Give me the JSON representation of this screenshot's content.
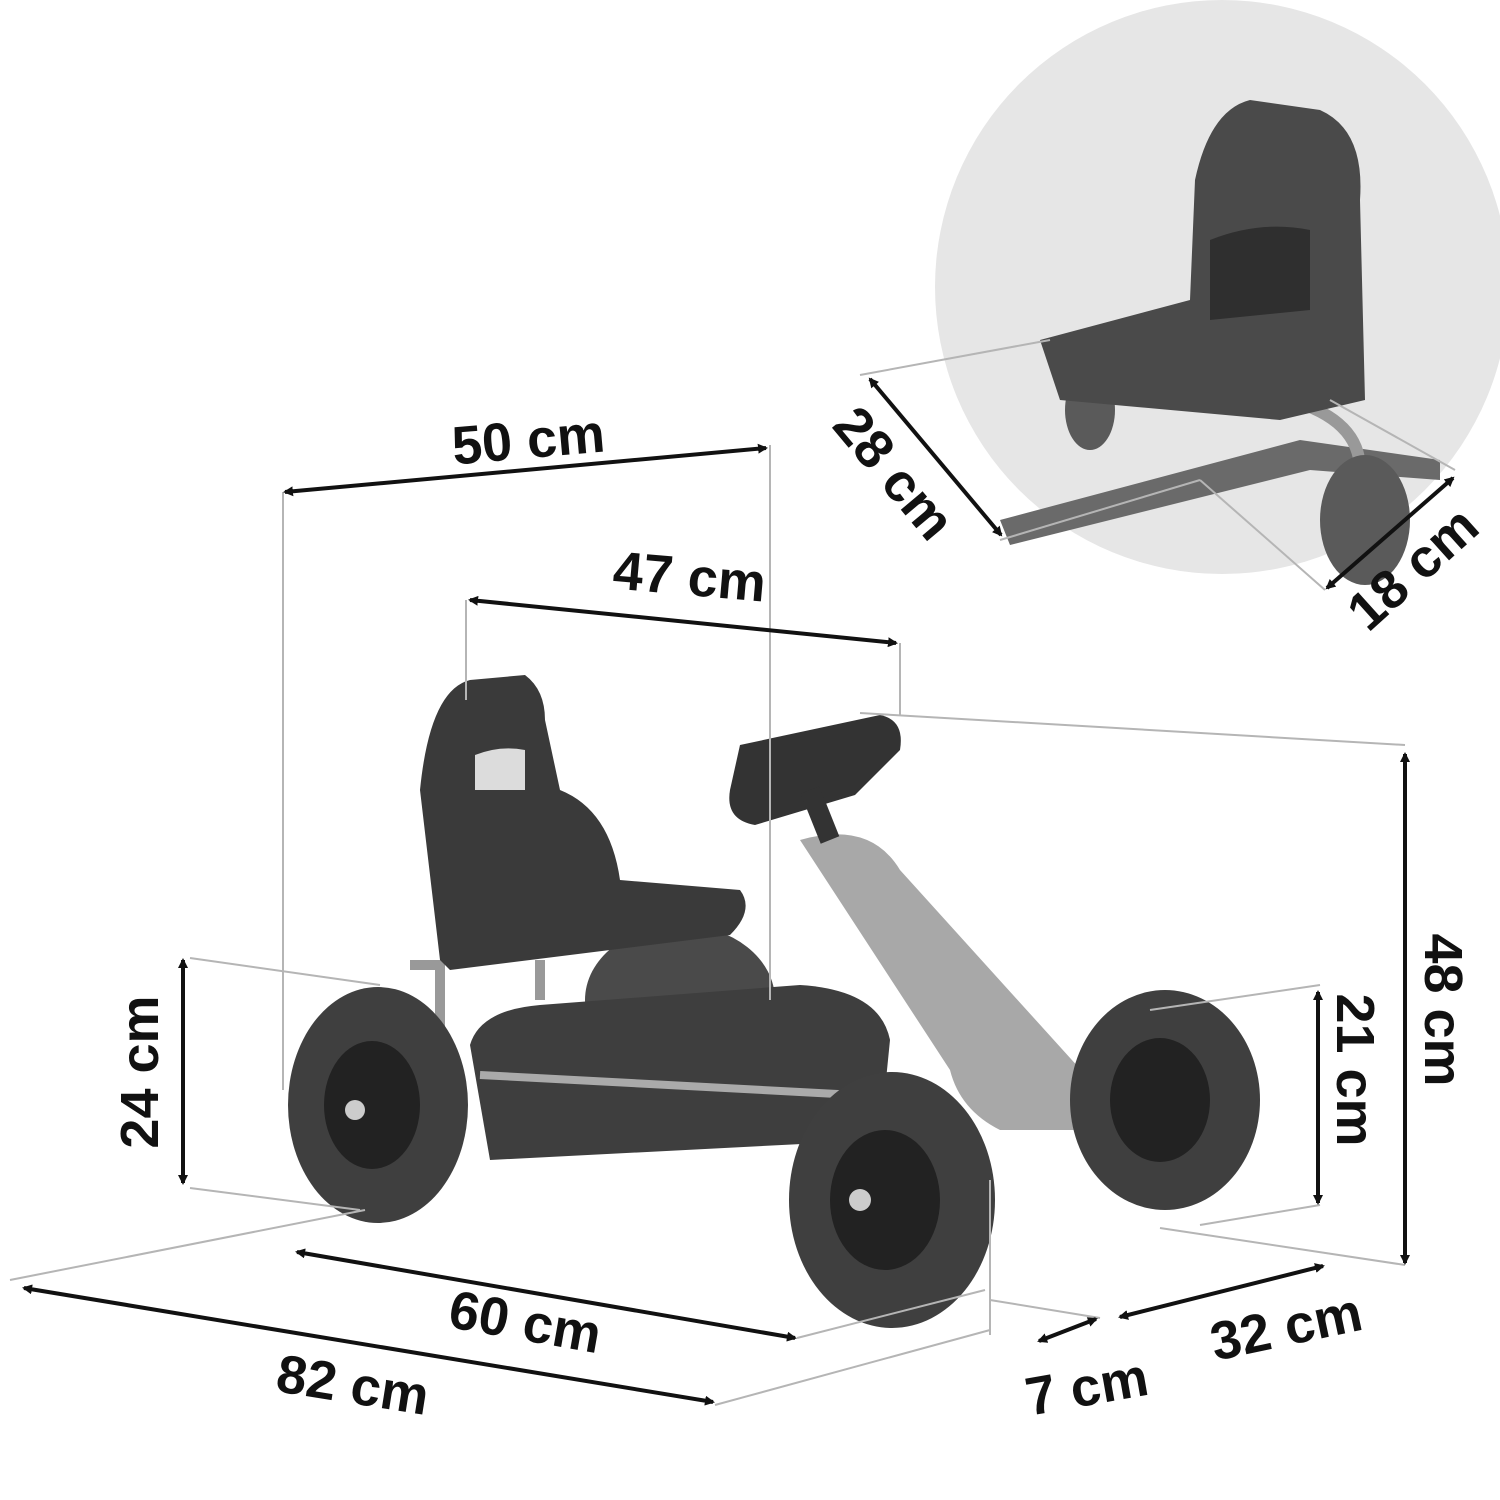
{
  "dimensions": {
    "width_top": "50 cm",
    "seat_to_wheel": "47 cm",
    "seat_depth": "28 cm",
    "seat_width": "18 cm",
    "height": "48 cm",
    "front_wheel_height": "21 cm",
    "rear_wheel_height": "24 cm",
    "wheelbase": "60 cm",
    "length": "82 cm",
    "front_offset": "7 cm",
    "track_width": "32 cm"
  },
  "colors": {
    "dimension_line": "#111111",
    "extension_line": "#b5b5b5",
    "inset_circle": "#e6e6e6",
    "product": "#555555"
  }
}
